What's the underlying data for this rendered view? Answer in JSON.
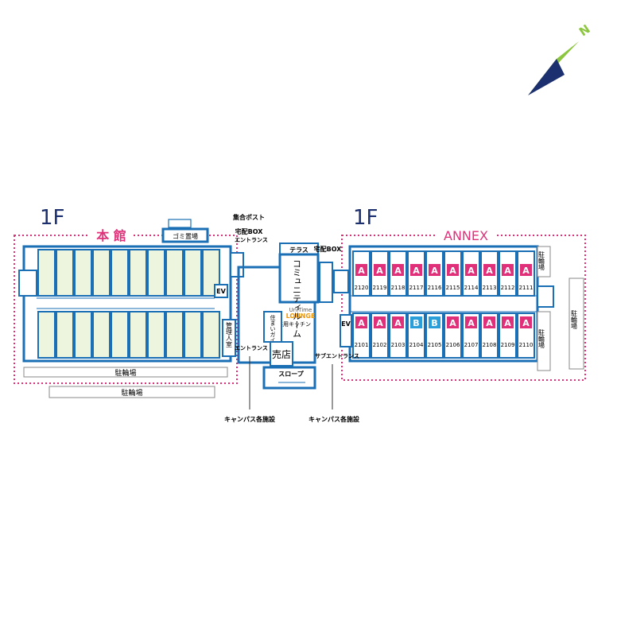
{
  "compass": {
    "label": "N"
  },
  "main_building": {
    "floor_label": "1F",
    "name": "本 館",
    "garbage": "ゴミ置場",
    "ev": "EV",
    "office": "管理人室",
    "bicycle": "駐輪場",
    "parking": "駐輪場"
  },
  "center": {
    "mailbox": "集合ポスト",
    "delivery_box": "宅配BOX",
    "entrance": "エントランス",
    "entrance_bottom": "エントランス",
    "terrace": "テラス",
    "community": "コミュニティルーム",
    "lounge_brand": "UniTime",
    "lounge": "LOUNGE",
    "shared_kitchen": "共用キッチン",
    "living_guidance": "住まいガイダンス",
    "shop": "売店",
    "slope": "スロープ",
    "campus_left": "キャンパス各施設",
    "campus_right": "キャンパス各施設"
  },
  "annex": {
    "floor_label": "1F",
    "name": "ANNEX",
    "delivery_box": "宅配BOX",
    "ev": "EV",
    "sub_entrance": "サブエントランス",
    "bicycle_top": "駐輪場",
    "bicycle_mid": "駐輪場",
    "bicycle_right": "駐輪場",
    "top_rooms": [
      {
        "type": "A",
        "num": "2120"
      },
      {
        "type": "A",
        "num": "2119"
      },
      {
        "type": "A",
        "num": "2118"
      },
      {
        "type": "A",
        "num": "2117"
      },
      {
        "type": "A",
        "num": "2116"
      },
      {
        "type": "A",
        "num": "2115"
      },
      {
        "type": "A",
        "num": "2114"
      },
      {
        "type": "A",
        "num": "2113"
      },
      {
        "type": "A",
        "num": "2112"
      },
      {
        "type": "A",
        "num": "2111"
      }
    ],
    "bottom_rooms": [
      {
        "type": "A",
        "num": "2101"
      },
      {
        "type": "A",
        "num": "2102"
      },
      {
        "type": "A",
        "num": "2103"
      },
      {
        "type": "B",
        "num": "2104"
      },
      {
        "type": "B",
        "num": "2105"
      },
      {
        "type": "A",
        "num": "2106"
      },
      {
        "type": "A",
        "num": "2107"
      },
      {
        "type": "A",
        "num": "2108"
      },
      {
        "type": "A",
        "num": "2109"
      },
      {
        "type": "A",
        "num": "2110"
      }
    ]
  },
  "colors": {
    "wall": "#1a6fb5",
    "room_fill": "#eef5de",
    "pink": "#e0307a",
    "type_a": "#e0307a",
    "type_b": "#2a9ed8",
    "navy": "#1c2f6e",
    "green": "#8cc63f"
  }
}
